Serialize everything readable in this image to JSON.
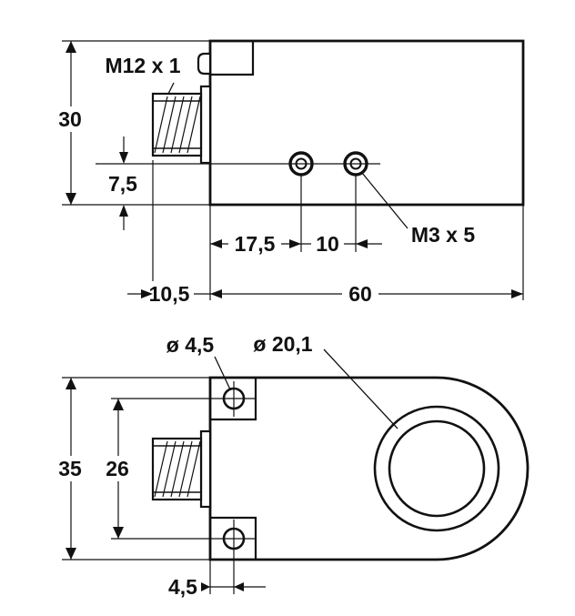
{
  "colors": {
    "background": "#ffffff",
    "line": "#111111"
  },
  "side_view": {
    "connector_label": "M12 x 1",
    "body_height": "30",
    "hole_offset": "7,5",
    "hole1_from_edge": "17,5",
    "hole_pitch": "10",
    "screw_label": "M3 x 5",
    "connector_length": "10,5",
    "body_length": "60"
  },
  "front_view": {
    "mount_hole_dia": "ø 4,5",
    "opening_dia": "ø 20,1",
    "body_height": "35",
    "hole_pitch": "26",
    "hole_edge_offset": "4,5"
  }
}
